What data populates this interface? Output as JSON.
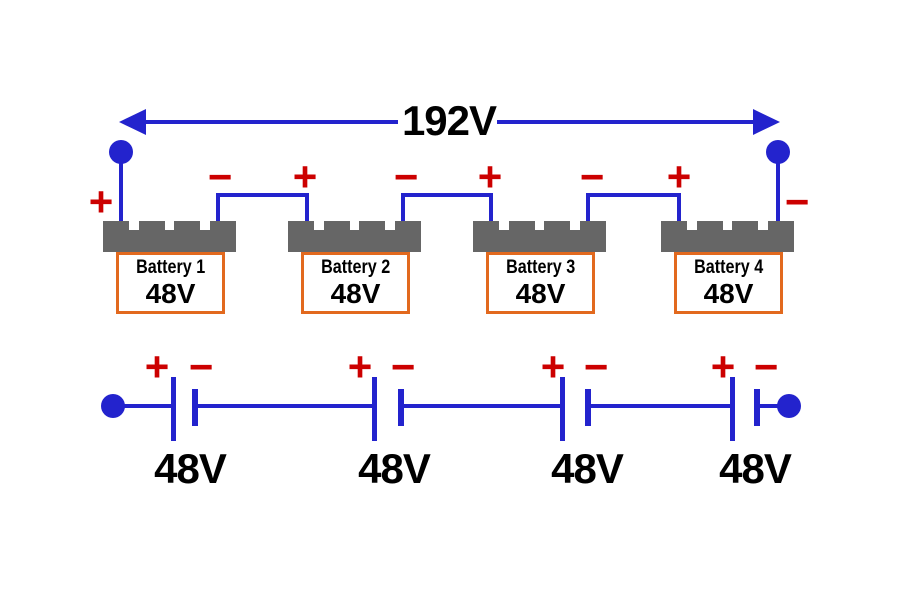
{
  "total_voltage_label": "192V",
  "plus": "+",
  "minus": "−",
  "batteries": [
    {
      "name": "Battery 1",
      "voltage": "48V"
    },
    {
      "name": "Battery 2",
      "voltage": "48V"
    },
    {
      "name": "Battery 3",
      "voltage": "48V"
    },
    {
      "name": "Battery 4",
      "voltage": "48V"
    }
  ],
  "schematic_cells": [
    {
      "voltage": "48V"
    },
    {
      "voltage": "48V"
    },
    {
      "voltage": "48V"
    },
    {
      "voltage": "48V"
    }
  ],
  "colors": {
    "wire_blue": "#2323cd",
    "polarity_red": "#cc0000",
    "cap_gray": "#666666",
    "body_orange": "#e2691e",
    "text_black": "#000000",
    "background": "#ffffff"
  }
}
